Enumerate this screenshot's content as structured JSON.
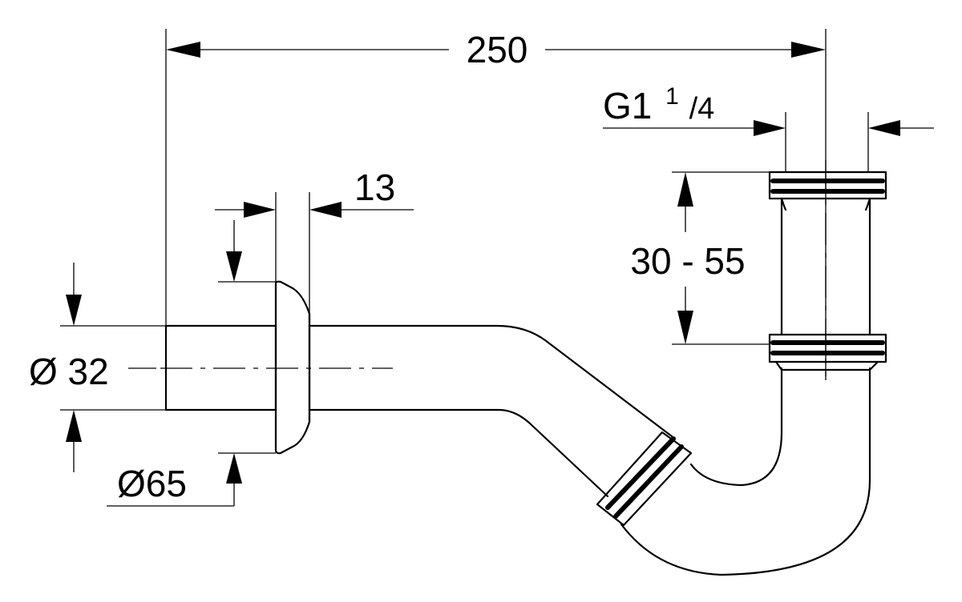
{
  "dimensions": {
    "overall_length": "250",
    "thread_prefix": "G1",
    "thread_num": "1",
    "thread_den": "/4",
    "flange_thickness": "13",
    "height_range": "30 - 55",
    "pipe_diameter": "Ø 32",
    "flange_diameter": "Ø65"
  }
}
